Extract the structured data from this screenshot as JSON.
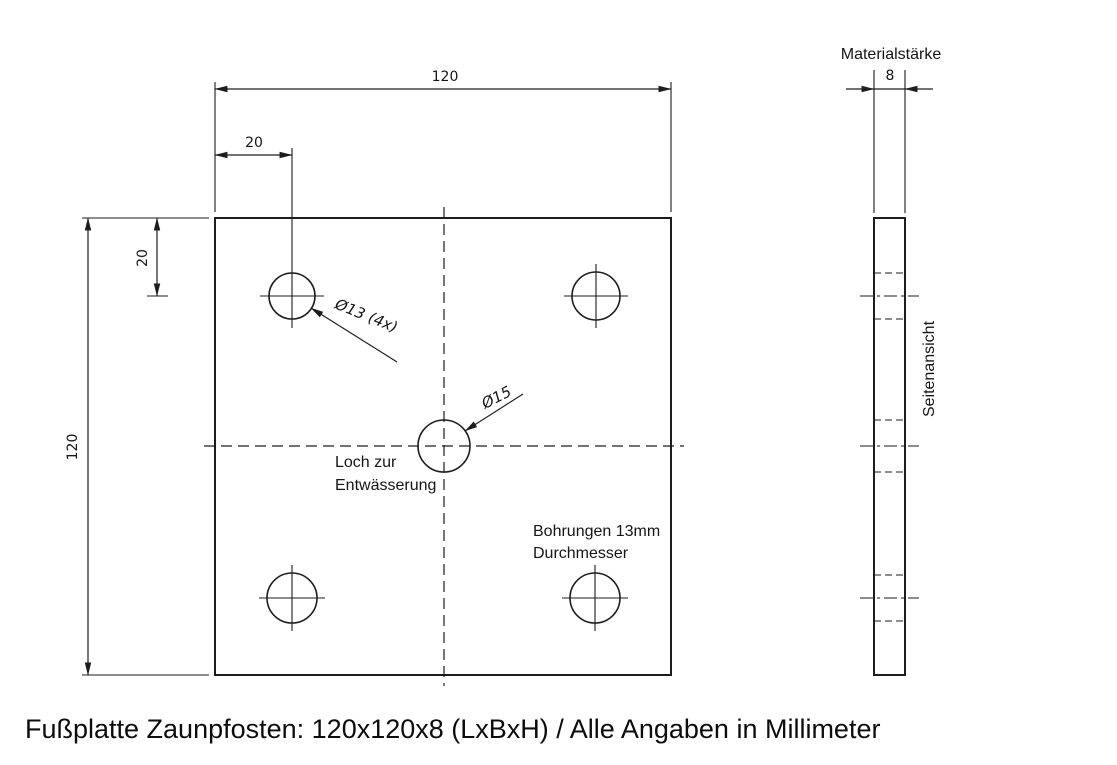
{
  "drawing": {
    "title": "Fußplatte Zaunpfosten: 120x120x8 (LxBxH) / Alle Angaben in Millimeter"
  },
  "front_view": {
    "dim_top_width": "120",
    "dim_left_height": "120",
    "dim_hole_offset_horizontal": "20",
    "dim_hole_offset_vertical": "20",
    "corner_holes_label": "Ø13 (4x)",
    "center_hole_label": "Ø15",
    "drain_note": {
      "line1": "Loch zur",
      "line2": "Entwässerung"
    },
    "bore_note": {
      "line1": "Bohrungen 13mm",
      "line2": "Durchmesser"
    }
  },
  "side_view": {
    "heading": "Materialstärke",
    "dim_thickness": "8",
    "caption": "Seitenansicht"
  },
  "colors": {
    "line": "#1d1d1d",
    "background": "#ffffff"
  }
}
